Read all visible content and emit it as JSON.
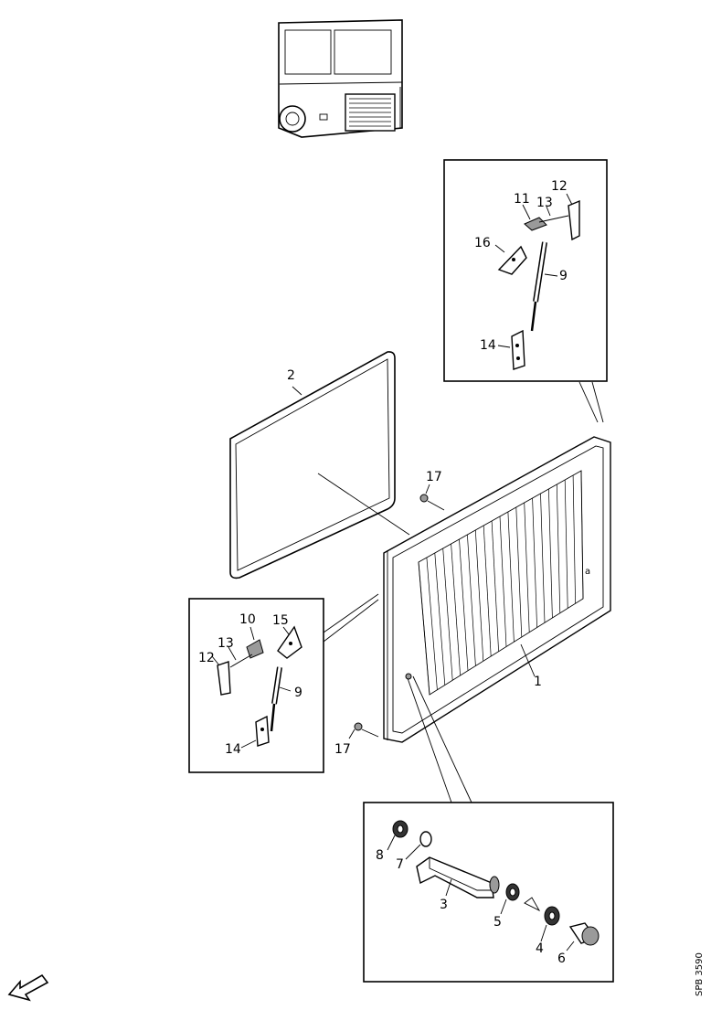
{
  "callouts": {
    "c1": "1",
    "c2": "2",
    "c3": "3",
    "c4": "4",
    "c5": "5",
    "c6": "6",
    "c7": "7",
    "c8": "8",
    "c9_top": "9",
    "c9_left": "9",
    "c10": "10",
    "c11": "11",
    "c12_top": "12",
    "c12_left": "12",
    "c13_top": "13",
    "c13_left": "13",
    "c14_top": "14",
    "c14_left": "14",
    "c16": "16",
    "c15": "15",
    "c17_top": "17",
    "c17_bottom": "17"
  },
  "panel_mark": "a",
  "drawing_reference": "SPB 3590"
}
